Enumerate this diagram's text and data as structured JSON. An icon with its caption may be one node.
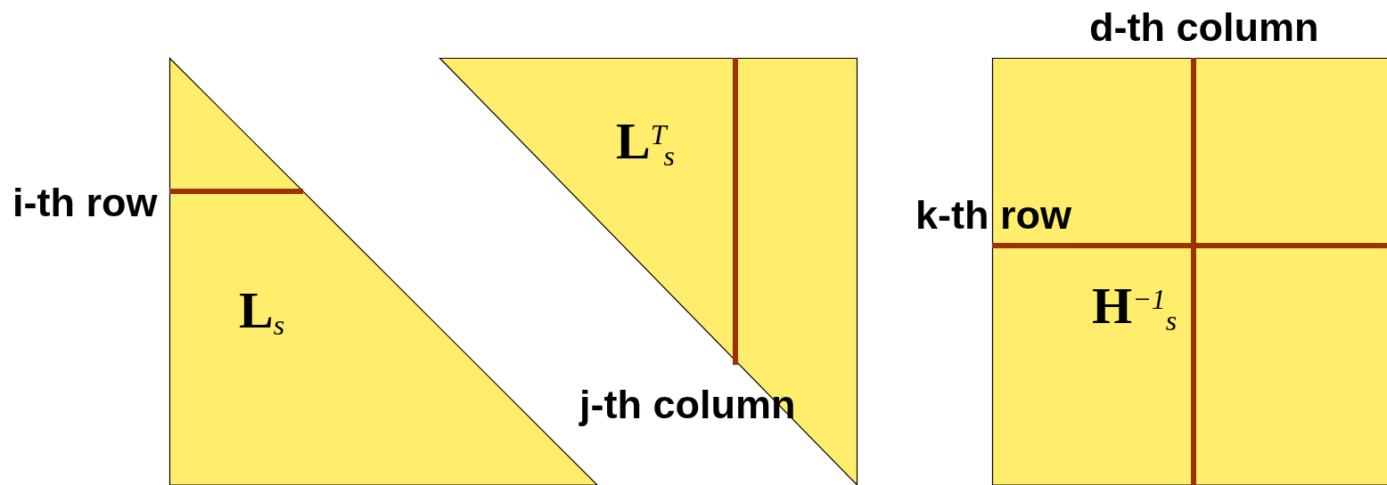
{
  "diagram": {
    "nodes": [
      {
        "text": [
          "**L**$_{s}$"
        ]
      },
      {
        "text": [
          "**L**$^{T}$$_{s}$"
        ]
      },
      {
        "text": [
          "**H**$^{−1}$$_{s}$"
        ]
      }
    ],
    "labels": [
      "d-th column",
      "i-th row",
      "k-th row",
      "j-th column"
    ]
  }
}
